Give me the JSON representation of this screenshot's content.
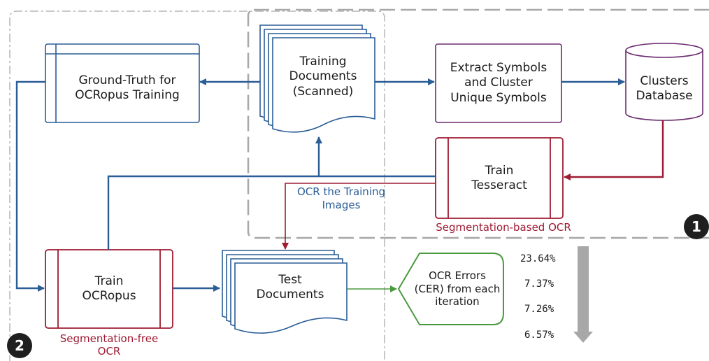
{
  "nodes": {
    "ground_truth": "Ground-Truth for\nOCRopus Training",
    "training_documents": "Training\nDocuments\n(Scanned)",
    "extract_symbols": "Extract Symbols\nand Cluster\nUnique Symbols",
    "clusters_database": "Clusters\nDatabase",
    "train_tesseract": "Train\nTesseract",
    "train_ocropus": "Train\nOCRopus",
    "test_documents": "Test\nDocuments",
    "ocr_errors": "OCR Errors\n(CER) from each\niteration"
  },
  "labels": {
    "ocr_training_images": "OCR the Training\nImages",
    "segmentation_based": "Segmentation-based OCR",
    "segmentation_free": "Segmentation-free\nOCR"
  },
  "badges": {
    "one": "1",
    "two": "2"
  },
  "cer_values": [
    "23.64%",
    "7.37%",
    "7.26%",
    "6.57%"
  ],
  "colors": {
    "blue": "#2b5d97",
    "red": "#9e1b32",
    "purple": "#6b2c6f",
    "green": "#4a9a3f",
    "gray": "#a8a8a8"
  }
}
